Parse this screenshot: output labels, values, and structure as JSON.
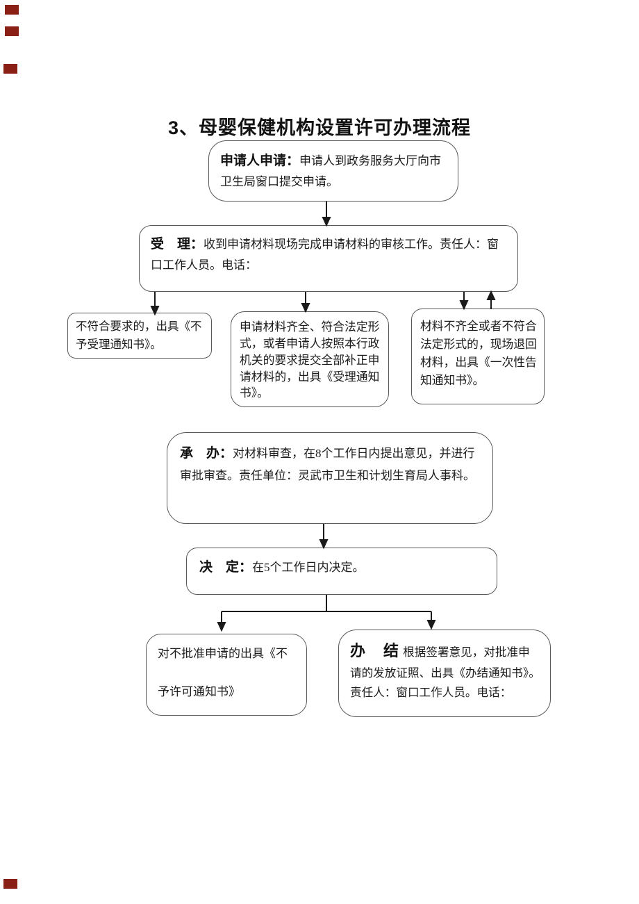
{
  "title": "3、母婴保健机构设置许可办理流程",
  "colors": {
    "marker": "#8a1f15",
    "border": "#585858",
    "arrow": "#1a1a1a"
  },
  "boxes": {
    "apply": {
      "label": "申请人申请：",
      "text": "申请人到政务服务大厅向市卫生局窗口提交申请。"
    },
    "accept": {
      "label": "受　理：",
      "text": "收到申请材料现场完成申请材料的审核工作。责任人：窗口工作人员。电话："
    },
    "not_qualified": {
      "text": "不符合要求的，出具《不予受理通知书》。"
    },
    "qualified": {
      "text": "申请材料齐全、符合法定形式，或者申请人按照本行政机关的要求提交全部补正申请材料的，出具《受理通知书》。"
    },
    "incomplete": {
      "text": "材料不齐全或者不符合法定形式的，现场退回材料，出具《一次性告知通知书》。"
    },
    "undertake": {
      "label": "承　办：",
      "text": "对材料审查，在8个工作日内提出意见，并进行审批审查。责任单位：灵武市卫生和计划生育局人事科。"
    },
    "decide": {
      "label": "决　定：",
      "text": "在5个工作日内决定。"
    },
    "deny": {
      "line1": "对不批准申请的出具《不",
      "line2": "予许可通知书》"
    },
    "conclude": {
      "label": "办　结",
      "text": "根据签署意见，对批准申请的发放证照、出具《办结通知书》。责任人：窗口工作人员。电话："
    }
  }
}
